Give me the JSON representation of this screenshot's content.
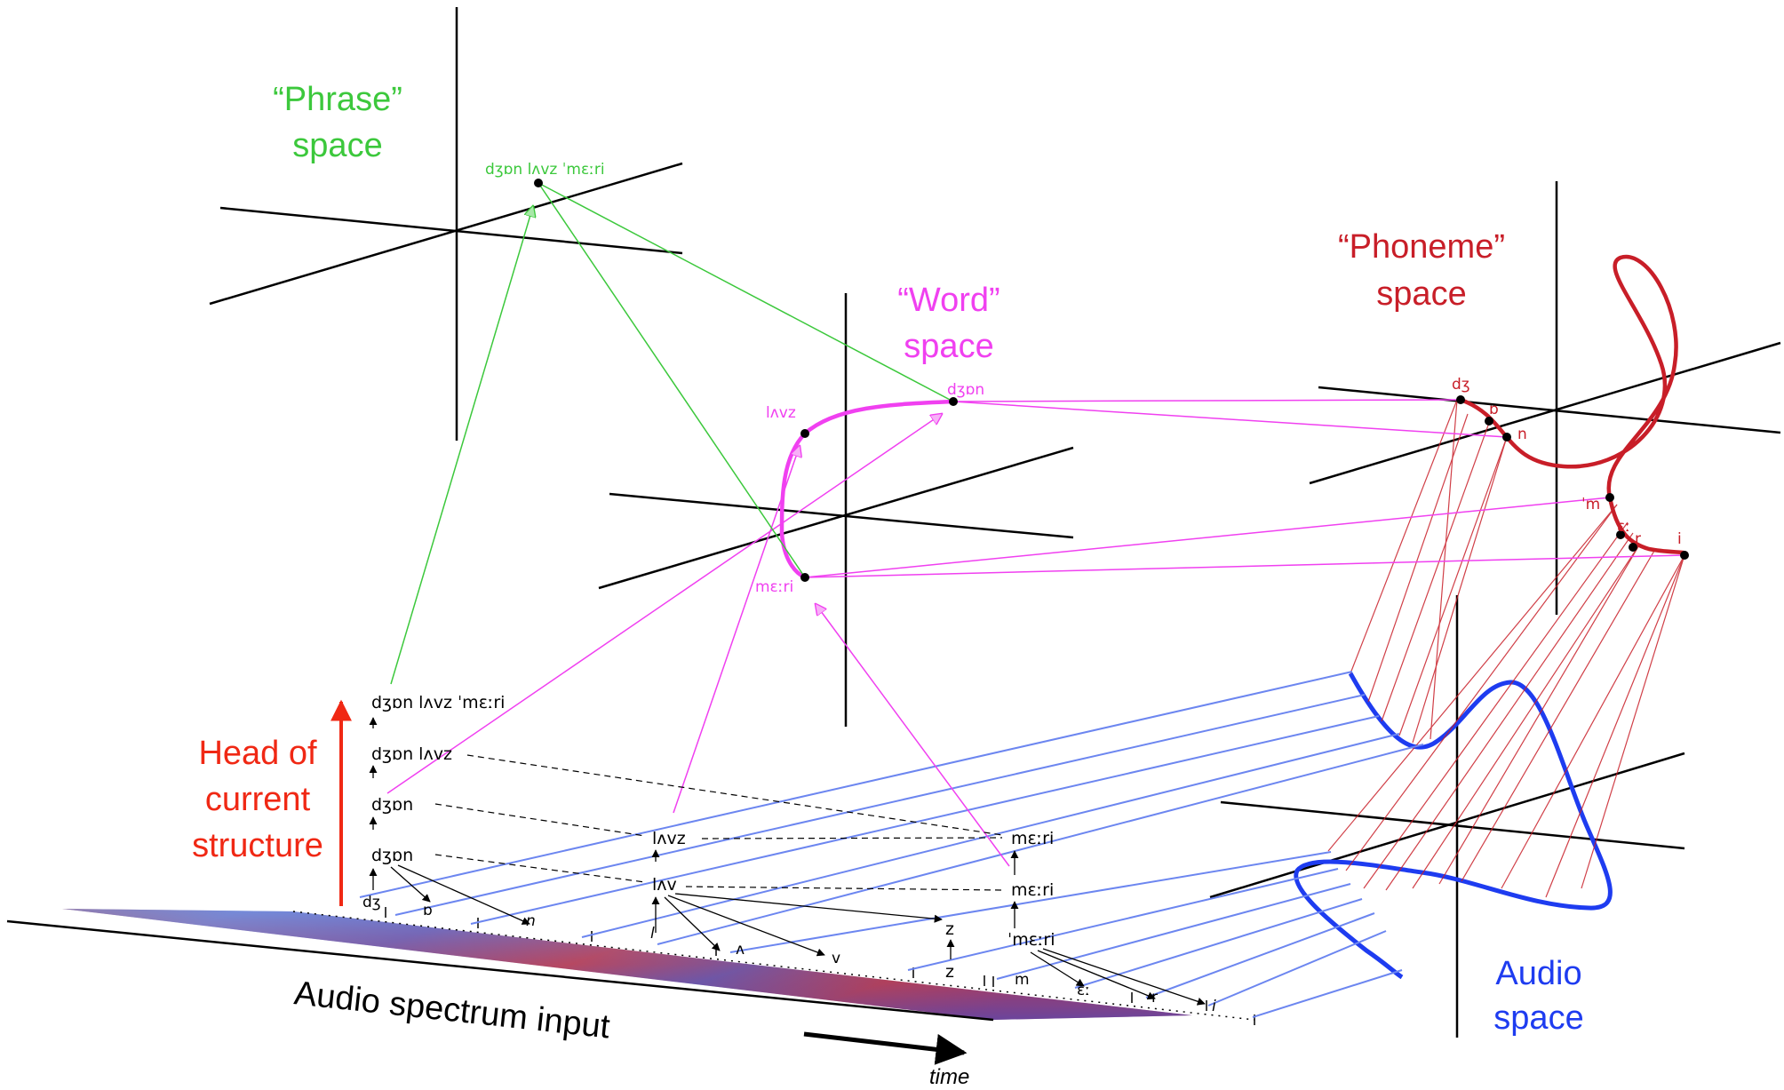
{
  "spaces": {
    "phrase": {
      "title_line1": "“Phrase”",
      "title_line2": "space",
      "color": "#3cc83c",
      "node_label": "dʒɒn lʌvz ˈmɛːri"
    },
    "word": {
      "title_line1": "“Word”",
      "title_line2": "space",
      "color": "#f040f0",
      "nodes": [
        "lʌvz",
        "dʒɒn",
        "mɛːri"
      ]
    },
    "phoneme": {
      "title_line1": "“Phoneme”",
      "title_line2": "space",
      "color": "#c81e28",
      "nodes": [
        "dʒ",
        "ɒ",
        "n",
        "ˈm",
        "ɛː",
        "r",
        "i"
      ]
    },
    "audio": {
      "title_line1": "Audio",
      "title_line2": "space",
      "color": "#1e3cf0"
    }
  },
  "left_label": {
    "lines": [
      "Head of",
      "current",
      "structure"
    ],
    "color": "#f02814"
  },
  "stack": {
    "levels": [
      "dʒɒn lʌvz ˈmɛːri",
      "dʒɒn lʌvz",
      "dʒɒn",
      "dʒɒn"
    ],
    "mid_upper": "lʌvz",
    "mid_lower": "lʌv",
    "right_upper": "mɛːri",
    "right_lower": "mɛːri",
    "right_base": "ˈmɛːri",
    "z_upper": "z",
    "z_lower": "z"
  },
  "phonemes": [
    "dʒ",
    "ɒ",
    "n",
    "l",
    "ʌ",
    "v",
    "m",
    "ɛː",
    "r",
    "i"
  ],
  "axis": {
    "label": "Audio spectrum input",
    "time_label": "time"
  }
}
